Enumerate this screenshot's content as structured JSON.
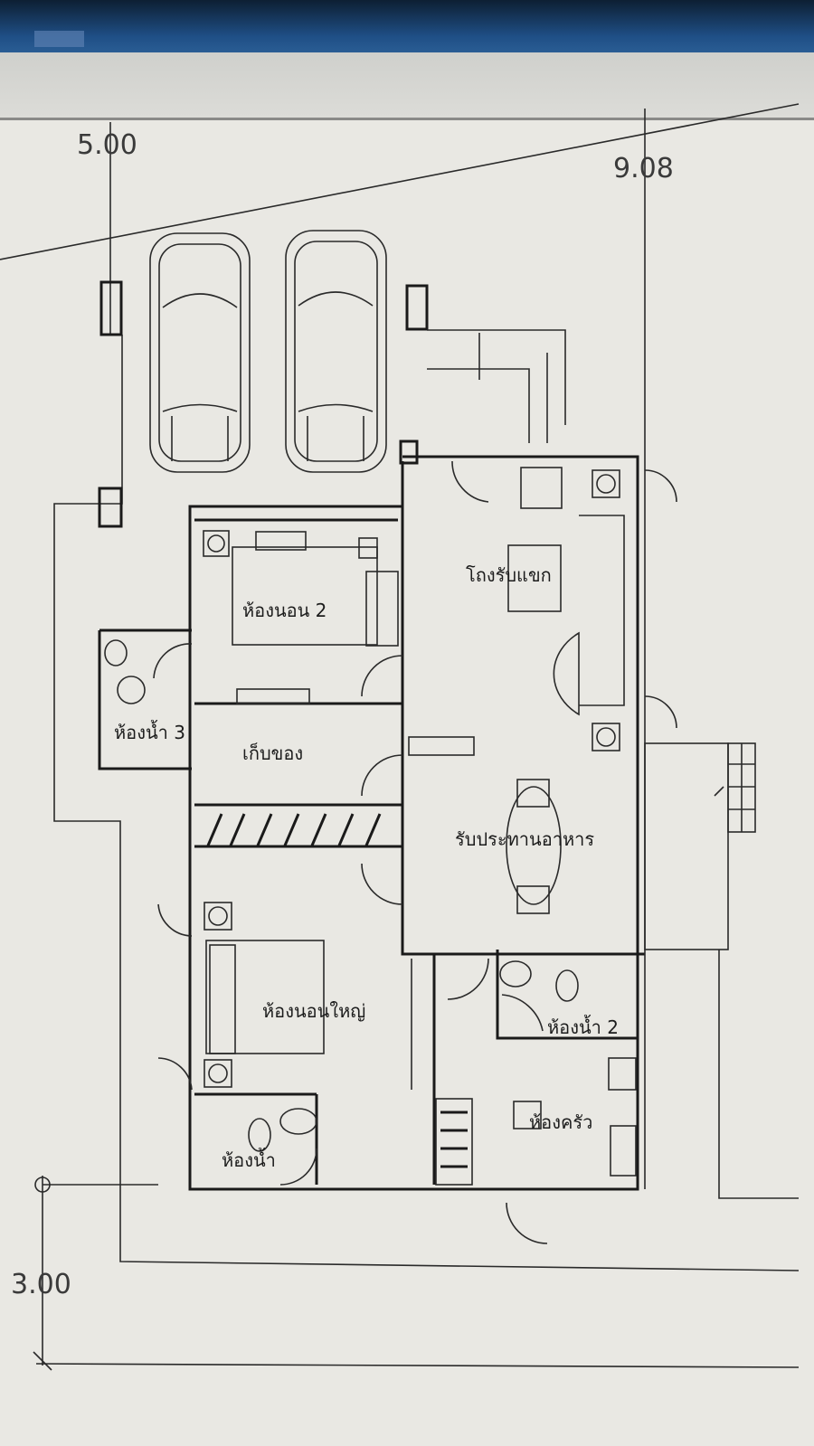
{
  "dimensions": {
    "top_left": "5.00",
    "top_right": "9.08",
    "bottom_left": "3.00"
  },
  "rooms": {
    "bedroom_2": "ห้องนอน 2",
    "living_hall": "โถงรับแขก",
    "bathroom_3": "ห้องน้ำ 3",
    "storage": "เก็บของ",
    "dining": "รับประทานอาหาร",
    "master_bedroom": "ห้องนอนใหญ่",
    "bathroom_2": "ห้องน้ำ 2",
    "bathroom_1": "ห้องน้ำ",
    "kitchen": "ห้องครัว"
  }
}
